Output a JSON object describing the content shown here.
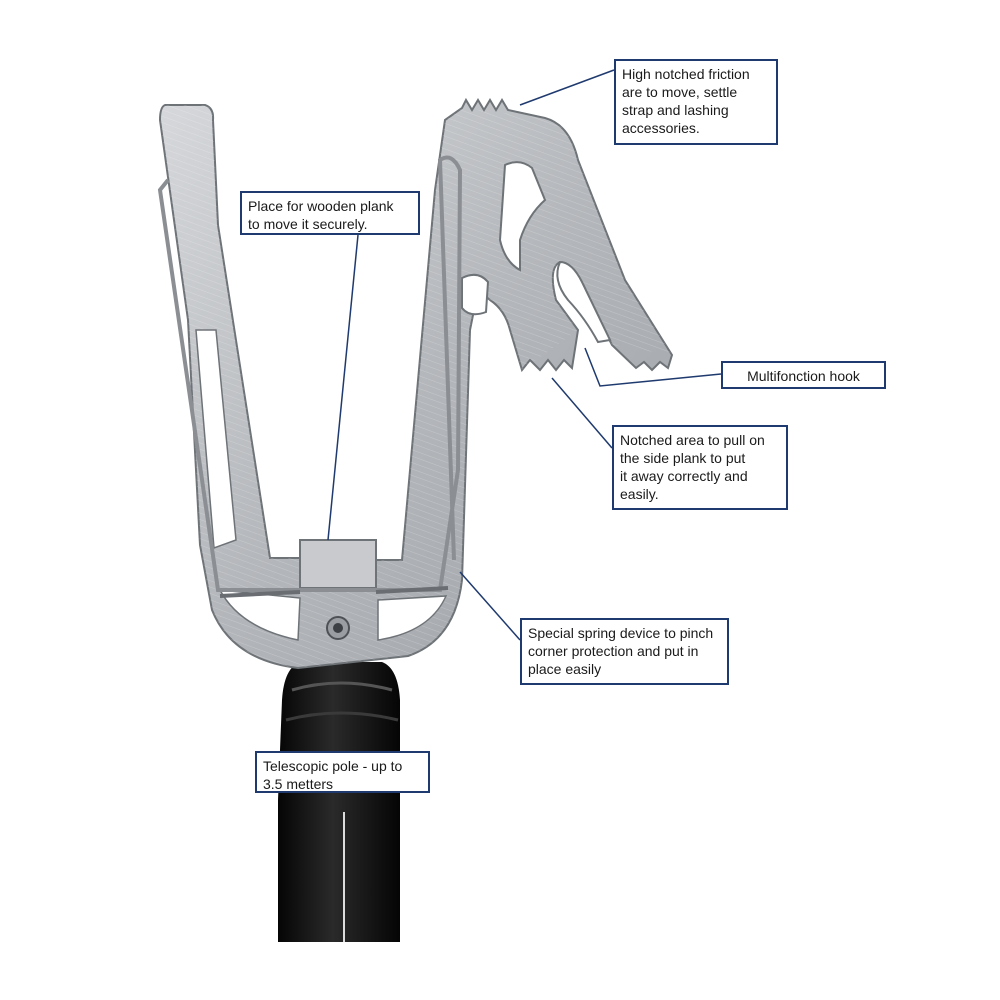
{
  "callouts": {
    "friction": "High notched friction\nare to move, settle\nstrap and lashing\naccessories.",
    "plank": "Place for wooden plank\nto move it securely.",
    "hook": "Multifonction hook",
    "notched": "Notched area to pull on\nthe side plank to put\nit away correctly and\neasily.",
    "spring": "Special spring device to pinch\ncorner protection and put in\nplace easily",
    "pole": "Telescopic pole - up to\n3.5 metters"
  },
  "colors": {
    "callout_border": "#1f3a6e",
    "leader_line": "#1f3a6e",
    "metal": "#b9bcc0",
    "metal_dark": "#8d9196",
    "pole": "#111111"
  }
}
